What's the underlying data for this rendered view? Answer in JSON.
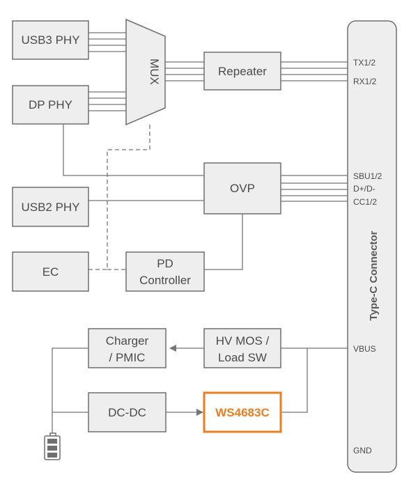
{
  "blocks": {
    "usb3_phy": "USB3 PHY",
    "dp_phy": "DP PHY",
    "mux": "MUX",
    "repeater": "Repeater",
    "ovp": "OVP",
    "usb2_phy": "USB2 PHY",
    "ec": "EC",
    "pd_controller_line1": "PD",
    "pd_controller_line2": "Controller",
    "charger_line1": "Charger",
    "charger_line2": "/ PMIC",
    "hv_mos_line1": "HV MOS /",
    "hv_mos_line2": "Load SW",
    "dcdc": "DC-DC",
    "ws4683c": "WS4683C"
  },
  "connector": {
    "title": "Type-C Connector",
    "pins": {
      "tx": "TX1/2",
      "rx": "RX1/2",
      "sbu": "SBU1/2",
      "dpdm": "D+/D-",
      "cc": "CC1/2",
      "vbus": "VBUS",
      "gnd": "GND"
    }
  },
  "colors": {
    "highlight": "#ee7d22",
    "box_fill": "#eeeeee",
    "line": "#757575"
  }
}
